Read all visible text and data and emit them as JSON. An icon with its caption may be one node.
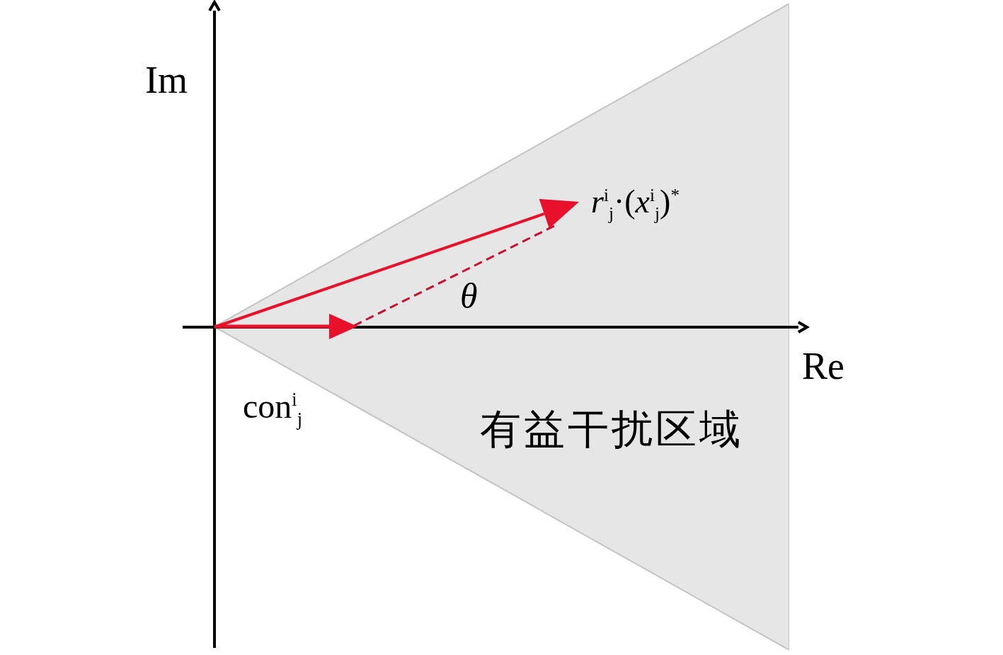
{
  "diagram": {
    "nodes": [
      {
        "text": [
          "有益干扰区域"
        ]
      }
    ],
    "labels": [
      "Im",
      "*r*$^{i}$$_{j}$·(*x*$^{i}$$_{j}$)$^{*}$",
      "θ",
      "Re",
      "con$^{i}$$_{j}$"
    ]
  }
}
